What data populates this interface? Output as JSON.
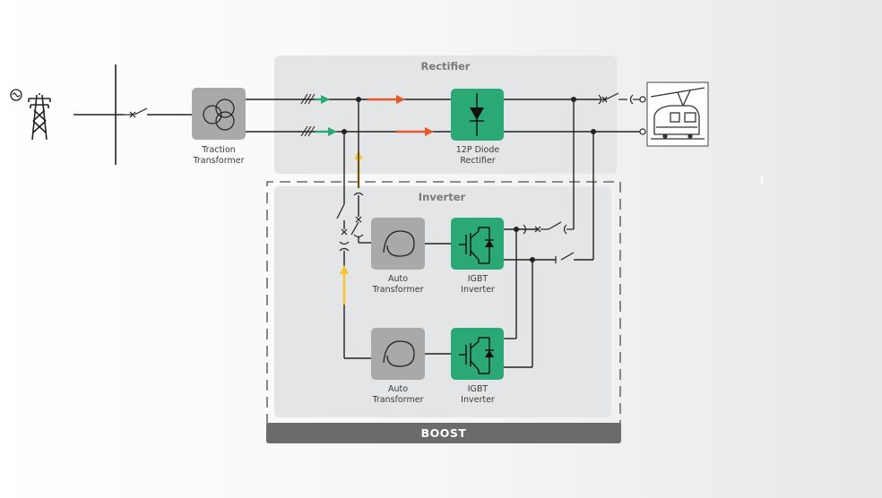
{
  "blocks": {
    "traction_transformer": [
      "Traction",
      "Transformer"
    ],
    "rectifier_12p": [
      "12P Diode",
      "Rectifier"
    ],
    "auto_transformer_1": [
      "Auto",
      "Transformer"
    ],
    "auto_transformer_2": [
      "Auto",
      "Transformer"
    ],
    "igbt_inverter_1": [
      "IGBT",
      "Inverter"
    ],
    "igbt_inverter_2": [
      "IGBT",
      "Inverter"
    ]
  },
  "panels": {
    "rectifier_title": "Rectifier",
    "inverter_title": "Inverter",
    "boost_label": "BOOST"
  },
  "colors": {
    "green_block": "#2aa876",
    "grey_block": "#a9a9a9",
    "panel_bg": "#e4e5e7",
    "boost_bar": "#6b6b6b",
    "arrow_green": "#2aa876",
    "arrow_orange": "#e2592a",
    "arrow_yellow": "#f5c537"
  },
  "icons": [
    "ac-source-icon",
    "transmission-tower-icon",
    "transformer-icon",
    "diode-icon",
    "autotransformer-icon",
    "igbt-icon",
    "train-icon",
    "breaker-icon"
  ]
}
